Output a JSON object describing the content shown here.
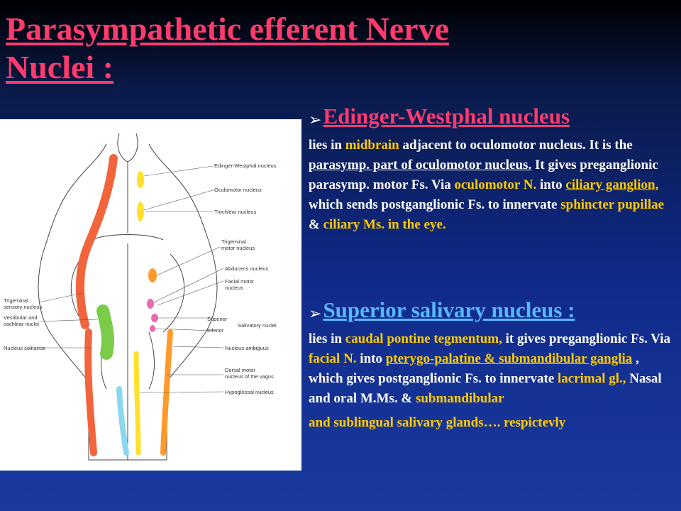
{
  "title_line1": "Parasympathetic efferent Nerve",
  "title_line2": "Nuclei :",
  "section1": {
    "heading": "Edinger-Westphal nucleus",
    "t1": "lies in ",
    "t2": "midbrain",
    "t3": " adjacent to oculomotor nucleus. It is the ",
    "t4": "parasymp. part of oculomotor nucleus.",
    "t5": " It gives preganglionic parasymp. motor Fs. Via ",
    "t6": "oculomotor N.",
    "t7": " into ",
    "t8": "ciliary ganglion,",
    "t9": " which sends postganglionic Fs. to innervate ",
    "t10": "sphincter pupillae",
    "t11": " & ",
    "t12": "ciliary Ms. in the eye."
  },
  "section2": {
    "heading": "Superior salivary nucleus :",
    "t1": "lies in ",
    "t2": "caudal pontine tegmentum,",
    "t3": " it gives preganglionic Fs. Via ",
    "t4": "facial N.",
    "t5": " into ",
    "t6": "pterygo-palatine & submandibular ganglia",
    "t7": " , which gives postganglionic Fs. to innervate ",
    "t8": "lacrimal gl.,",
    "t9": " Nasal and oral M.Ms. & ",
    "t10": "submandibular",
    "t11": "and sublingual salivary glands…. respictevly"
  },
  "diagram_labels": {
    "ew": "Edinger-Westphal nucleus",
    "oculomotor": "Oculomotor nucleus",
    "trochlear": "Trochlear nucleus",
    "trig_motor_1": "Trigeminal",
    "trig_motor_2": "motor nucleus",
    "abducens": "Abducens nucleus",
    "facial_1": "Facial motor",
    "facial_2": "nucleus",
    "superior": "Superior",
    "inferior": "Inferior",
    "salivatory": "Salivatory nuclei",
    "ambiguus": "Nucleus ambiguus",
    "dorsal_1": "Dorsal motor",
    "dorsal_2": "nucleus of the vagus",
    "hypoglossal": "Hypoglossal nucleus",
    "trig_sens_1": "Trigeminal",
    "trig_sens_2": "sensory nucleus",
    "vest_1": "Vestibular and",
    "vest_2": "cochlear nuclei",
    "solitarius": "Nucleus solitarius"
  },
  "colors": {
    "title": "#ff3b6e",
    "highlight": "#ffcc00",
    "heading2": "#5ab8ff",
    "nucleus_red": "#f2643c",
    "nucleus_yellow": "#ffe12a",
    "nucleus_orange": "#ff9a2a",
    "nucleus_green": "#7acc4a",
    "nucleus_blue": "#8ad8f0",
    "nucleus_pink": "#e86ab0"
  }
}
